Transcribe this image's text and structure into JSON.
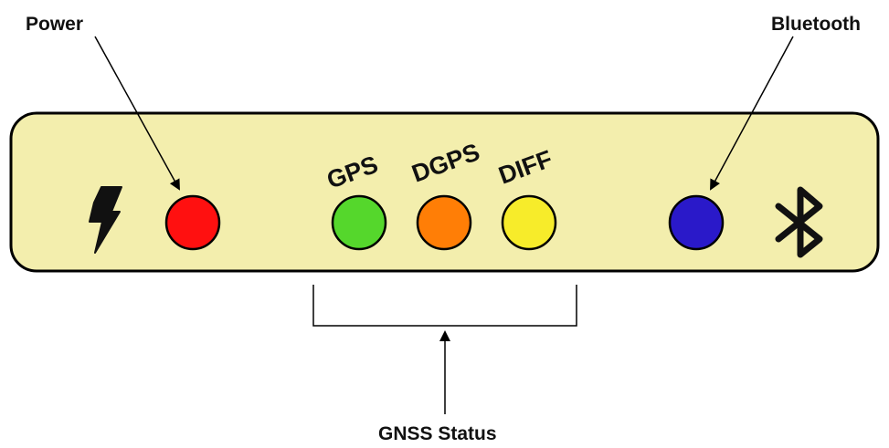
{
  "callouts": {
    "power": "Power",
    "bluetooth": "Bluetooth",
    "gnss_status": "GNSS Status"
  },
  "leds": {
    "power": {
      "color": "#ff1010"
    },
    "gps": {
      "label": "GPS",
      "color": "#55d72c"
    },
    "dgps": {
      "label": "DGPS",
      "color": "#ff7e06"
    },
    "diff": {
      "label": "DIFF",
      "color": "#f7ec2a"
    },
    "bluetooth": {
      "color": "#2a19c9"
    }
  },
  "icons": {
    "power": "lightning-bolt-icon",
    "bluetooth": "bluetooth-icon"
  },
  "colors": {
    "panel_fill": "#f3eead",
    "outline": "#000000"
  }
}
